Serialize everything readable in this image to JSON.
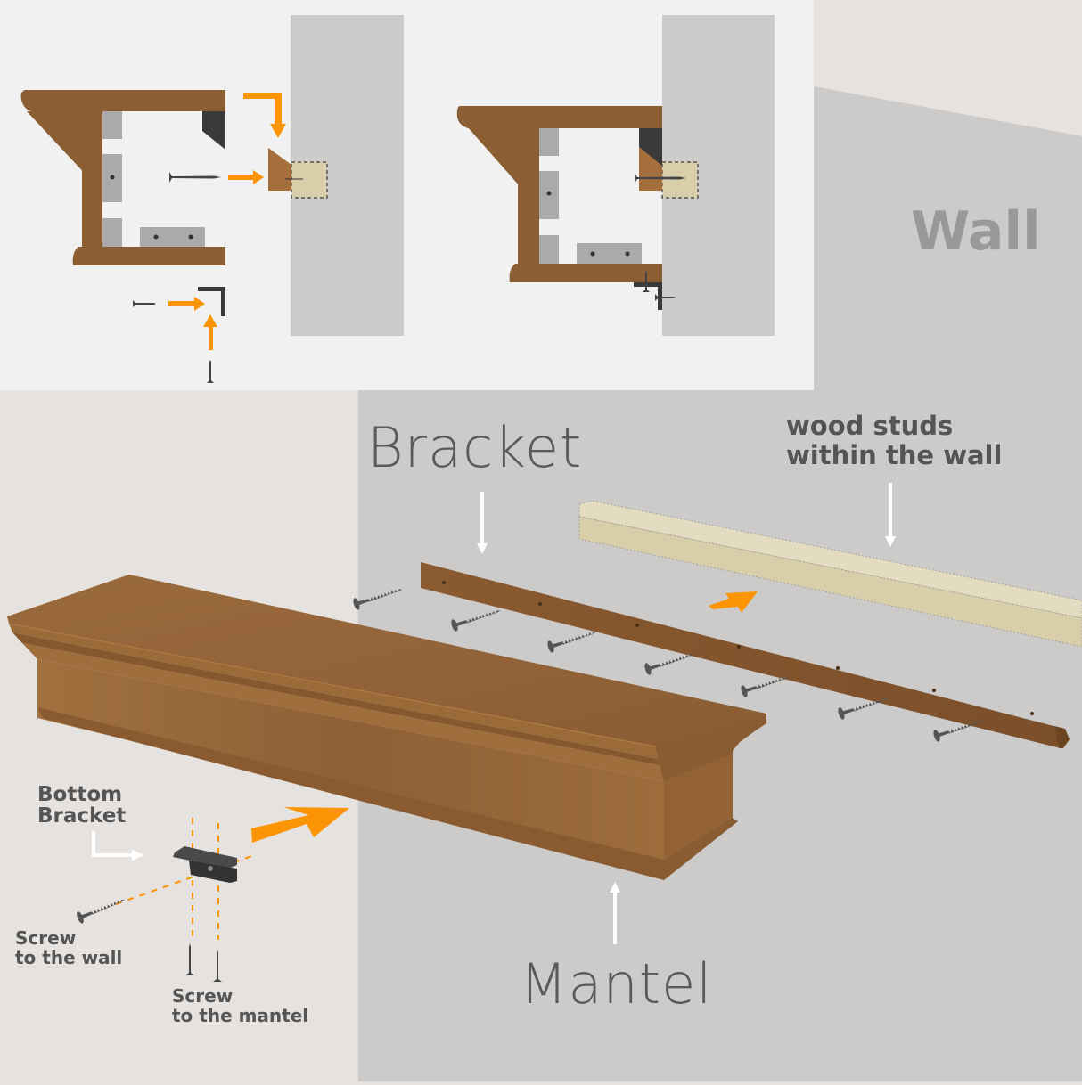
{
  "diagram": {
    "type": "shelf-installation-guide",
    "colors": {
      "background_light": "#e5e2df",
      "top_panel": "#f1f1f1",
      "wall_gray": "#cccbca",
      "wood": "#8b5e34",
      "wood_light": "#a46f3c",
      "stud": "#d8cfaa",
      "arrow_orange": "#fb9506",
      "metal_dark": "#3a3a3a",
      "block_gray": "#aaaaaa",
      "text": "#555555",
      "wall_label": "#999999"
    },
    "labels": {
      "wall": "Wall",
      "bracket": "Bracket",
      "wood_studs": [
        "wood studs",
        "within the wall"
      ],
      "mantel": "Mantel",
      "bottom_bracket": [
        "Bottom",
        "Bracket"
      ],
      "screw_wall": [
        "Screw",
        "to the wall"
      ],
      "screw_mantel": [
        "Screw",
        "to the mantel"
      ]
    },
    "steps": [
      {
        "name": "cross-section-before",
        "description": "Mantel profile approaching wall cleat, screw into stud, L bracket with two screws"
      },
      {
        "name": "cross-section-after",
        "description": "Mantel mounted on cleat screwed into stud, L bracket fixed below"
      }
    ],
    "screw_count_bracket": 7,
    "bracket_holes": 7
  }
}
